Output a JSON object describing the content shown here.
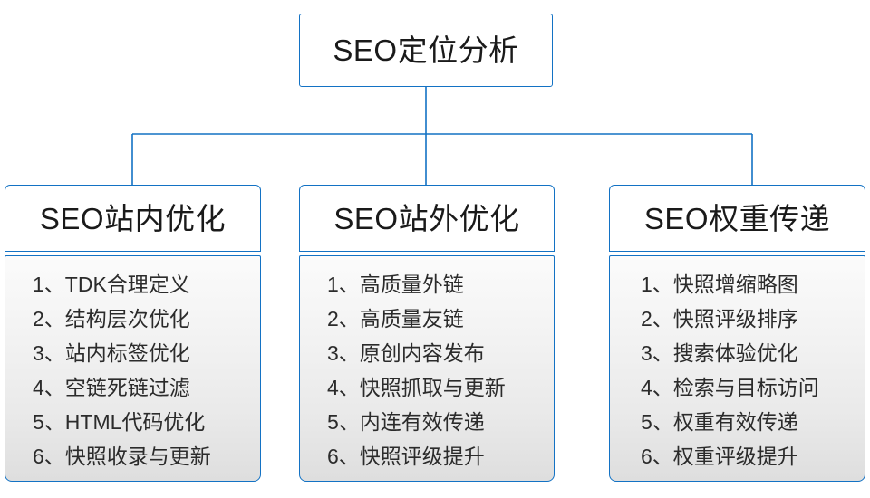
{
  "colors": {
    "line": "#1372C4",
    "border": "#1372C4",
    "head_fill": "#FFFFFF",
    "body_fill_top": "#FBFBFB",
    "body_fill_bottom": "#DEDEDE",
    "text": "#1A1A1A"
  },
  "root": {
    "title": "SEO定位分析"
  },
  "branches": [
    {
      "title": "SEO站内优化",
      "items": [
        {
          "index": "1、",
          "text": "TDK合理定义"
        },
        {
          "index": "2、",
          "text": "结构层次优化"
        },
        {
          "index": "3、",
          "text": "站内标签优化"
        },
        {
          "index": "4、",
          "text": "空链死链过滤"
        },
        {
          "index": "5、",
          "text": "HTML代码优化"
        },
        {
          "index": "6、",
          "text": "快照收录与更新"
        }
      ]
    },
    {
      "title": "SEO站外优化",
      "items": [
        {
          "index": "1、",
          "text": "高质量外链"
        },
        {
          "index": "2、",
          "text": "高质量友链"
        },
        {
          "index": "3、",
          "text": "原创内容发布"
        },
        {
          "index": "4、",
          "text": "快照抓取与更新"
        },
        {
          "index": "5、",
          "text": "内连有效传递"
        },
        {
          "index": "6、",
          "text": "快照评级提升"
        }
      ]
    },
    {
      "title": "SEO权重传递",
      "items": [
        {
          "index": "1、",
          "text": "快照增缩略图"
        },
        {
          "index": "2、",
          "text": "快照评级排序"
        },
        {
          "index": "3、",
          "text": "搜索体验优化"
        },
        {
          "index": "4、",
          "text": "检索与目标访问"
        },
        {
          "index": "5、",
          "text": "权重有效传递"
        },
        {
          "index": "6、",
          "text": "权重评级提升"
        }
      ]
    }
  ]
}
